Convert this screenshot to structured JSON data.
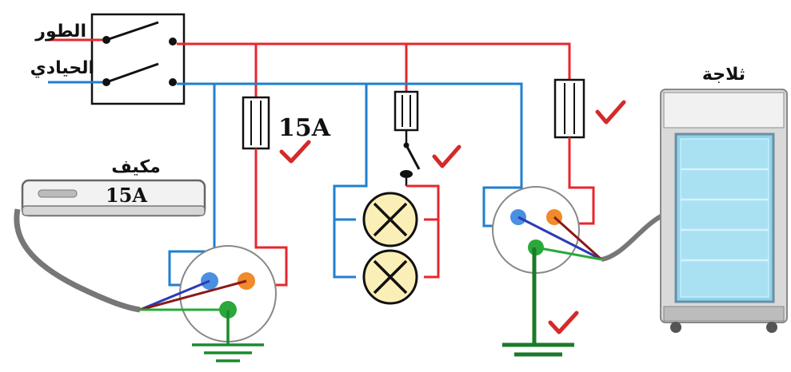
{
  "labels": {
    "phase": "الطور",
    "neutral": "الحيادي",
    "fridge": "ثلاجة",
    "ac": "مكيف",
    "ac_rating": "15A",
    "fuse_rating": "15A"
  },
  "colors": {
    "phase": "#e8262d",
    "neutral": "#1f7fd0",
    "earth": "#1a8a2e",
    "check": "#d42a2a",
    "outline": "#111111"
  }
}
